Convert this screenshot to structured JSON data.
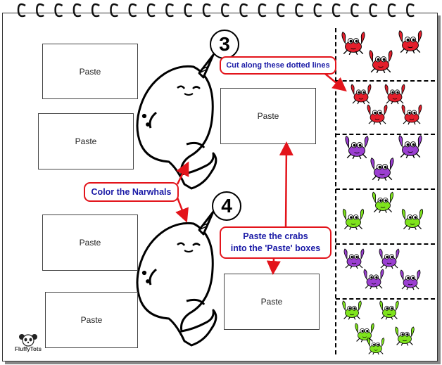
{
  "paste_boxes": {
    "box1": "Paste",
    "box2": "Paste",
    "box3": "Paste",
    "box4": "Paste",
    "box5": "Paste",
    "box6": "Paste"
  },
  "callouts": {
    "cut": "Cut along these dotted lines",
    "color": "Color the Narwhals",
    "paste_line1": "Paste the crabs",
    "paste_line2": "into the 'Paste' boxes"
  },
  "numbers": {
    "n3": "3",
    "n4": "4"
  },
  "brand": "FluffyTots",
  "colors": {
    "callout_border": "#e3141b",
    "callout_text": "#1a1aa6",
    "crab_red": "#e41e2b",
    "crab_purple": "#9b3fd1",
    "crab_green": "#7ee31c"
  },
  "crab_rows": [
    {
      "color": "red",
      "count": 3
    },
    {
      "color": "red",
      "count": 4
    },
    {
      "color": "purple",
      "count": 3
    },
    {
      "color": "green",
      "count": 3
    },
    {
      "color": "purple",
      "count": 4
    },
    {
      "color": "green",
      "count": 5
    }
  ]
}
